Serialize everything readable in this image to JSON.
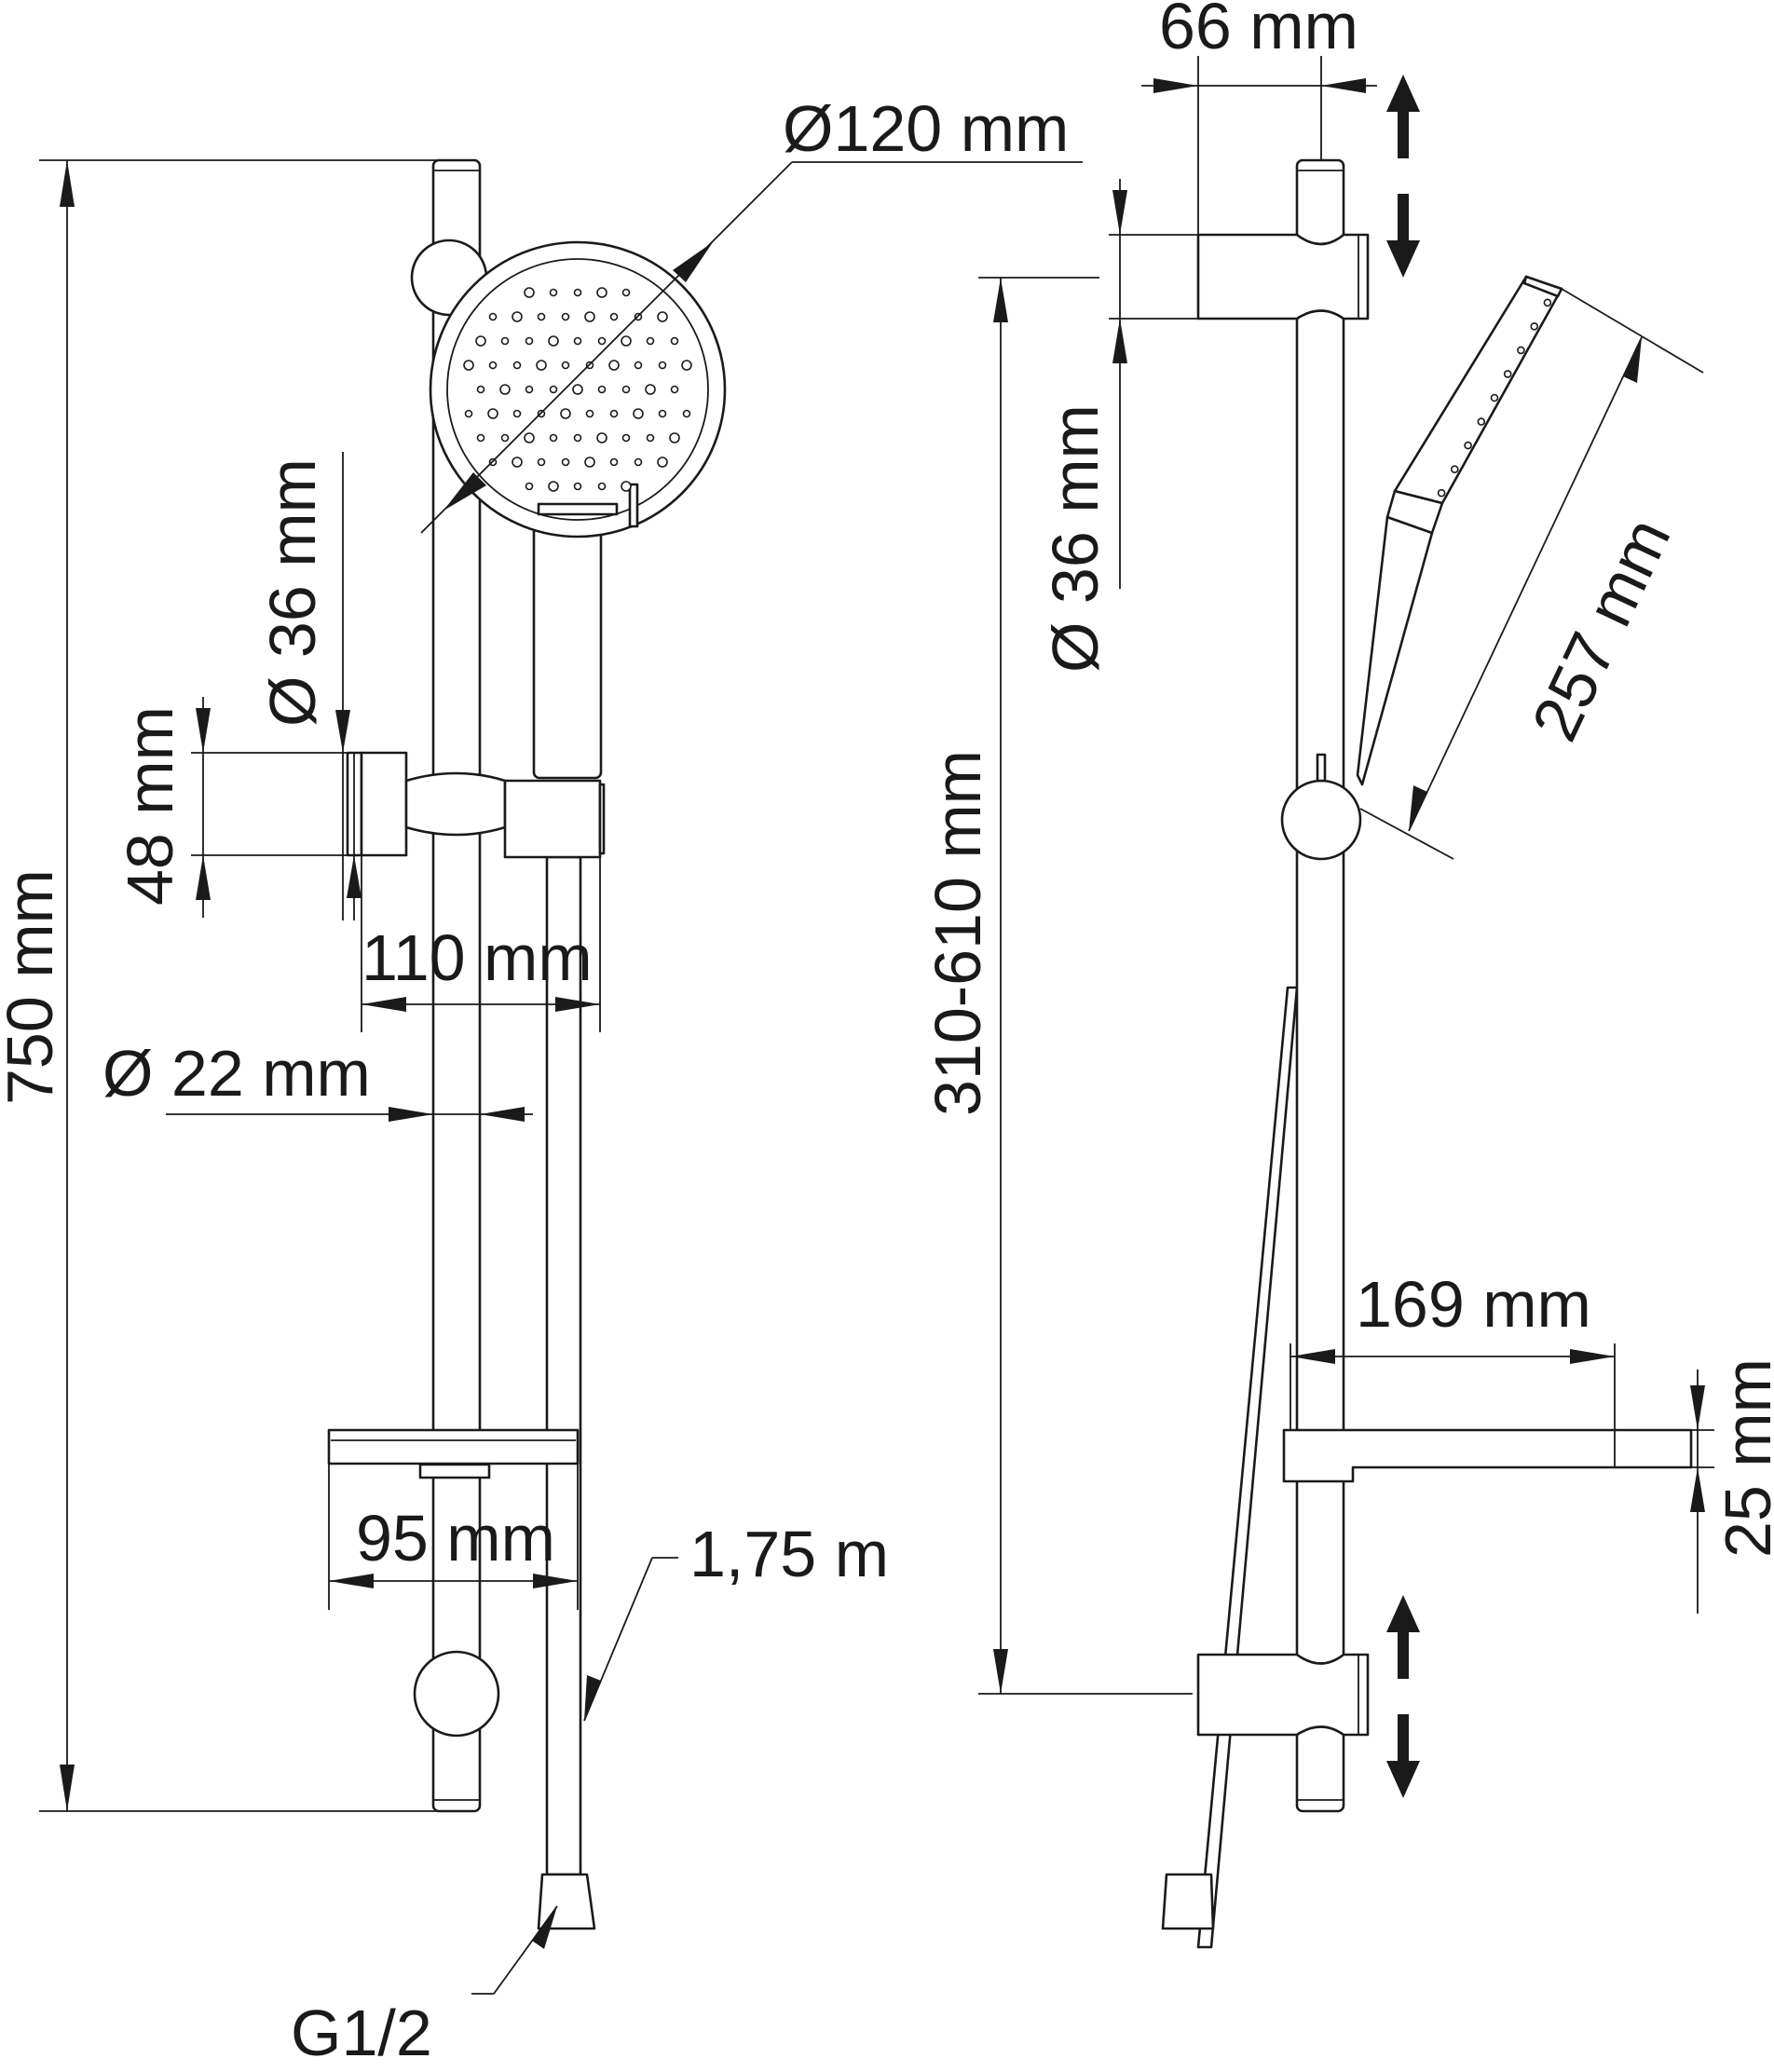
{
  "labels": {
    "dia_120": "Ø120 mm",
    "dia_36_left": "Ø 36 mm",
    "h_48": "48 mm",
    "w_110": "110 mm",
    "dia_22": "Ø 22 mm",
    "h_750": "750 mm",
    "w_95": "95 mm",
    "hose": "1,75 m",
    "thread": "G1/2",
    "w_66": "66 mm",
    "dia_36_right": "Ø 36 mm",
    "range": "310-610 mm",
    "len_257": "257 mm",
    "w_169": "169 mm",
    "h_25": "25 mm"
  }
}
